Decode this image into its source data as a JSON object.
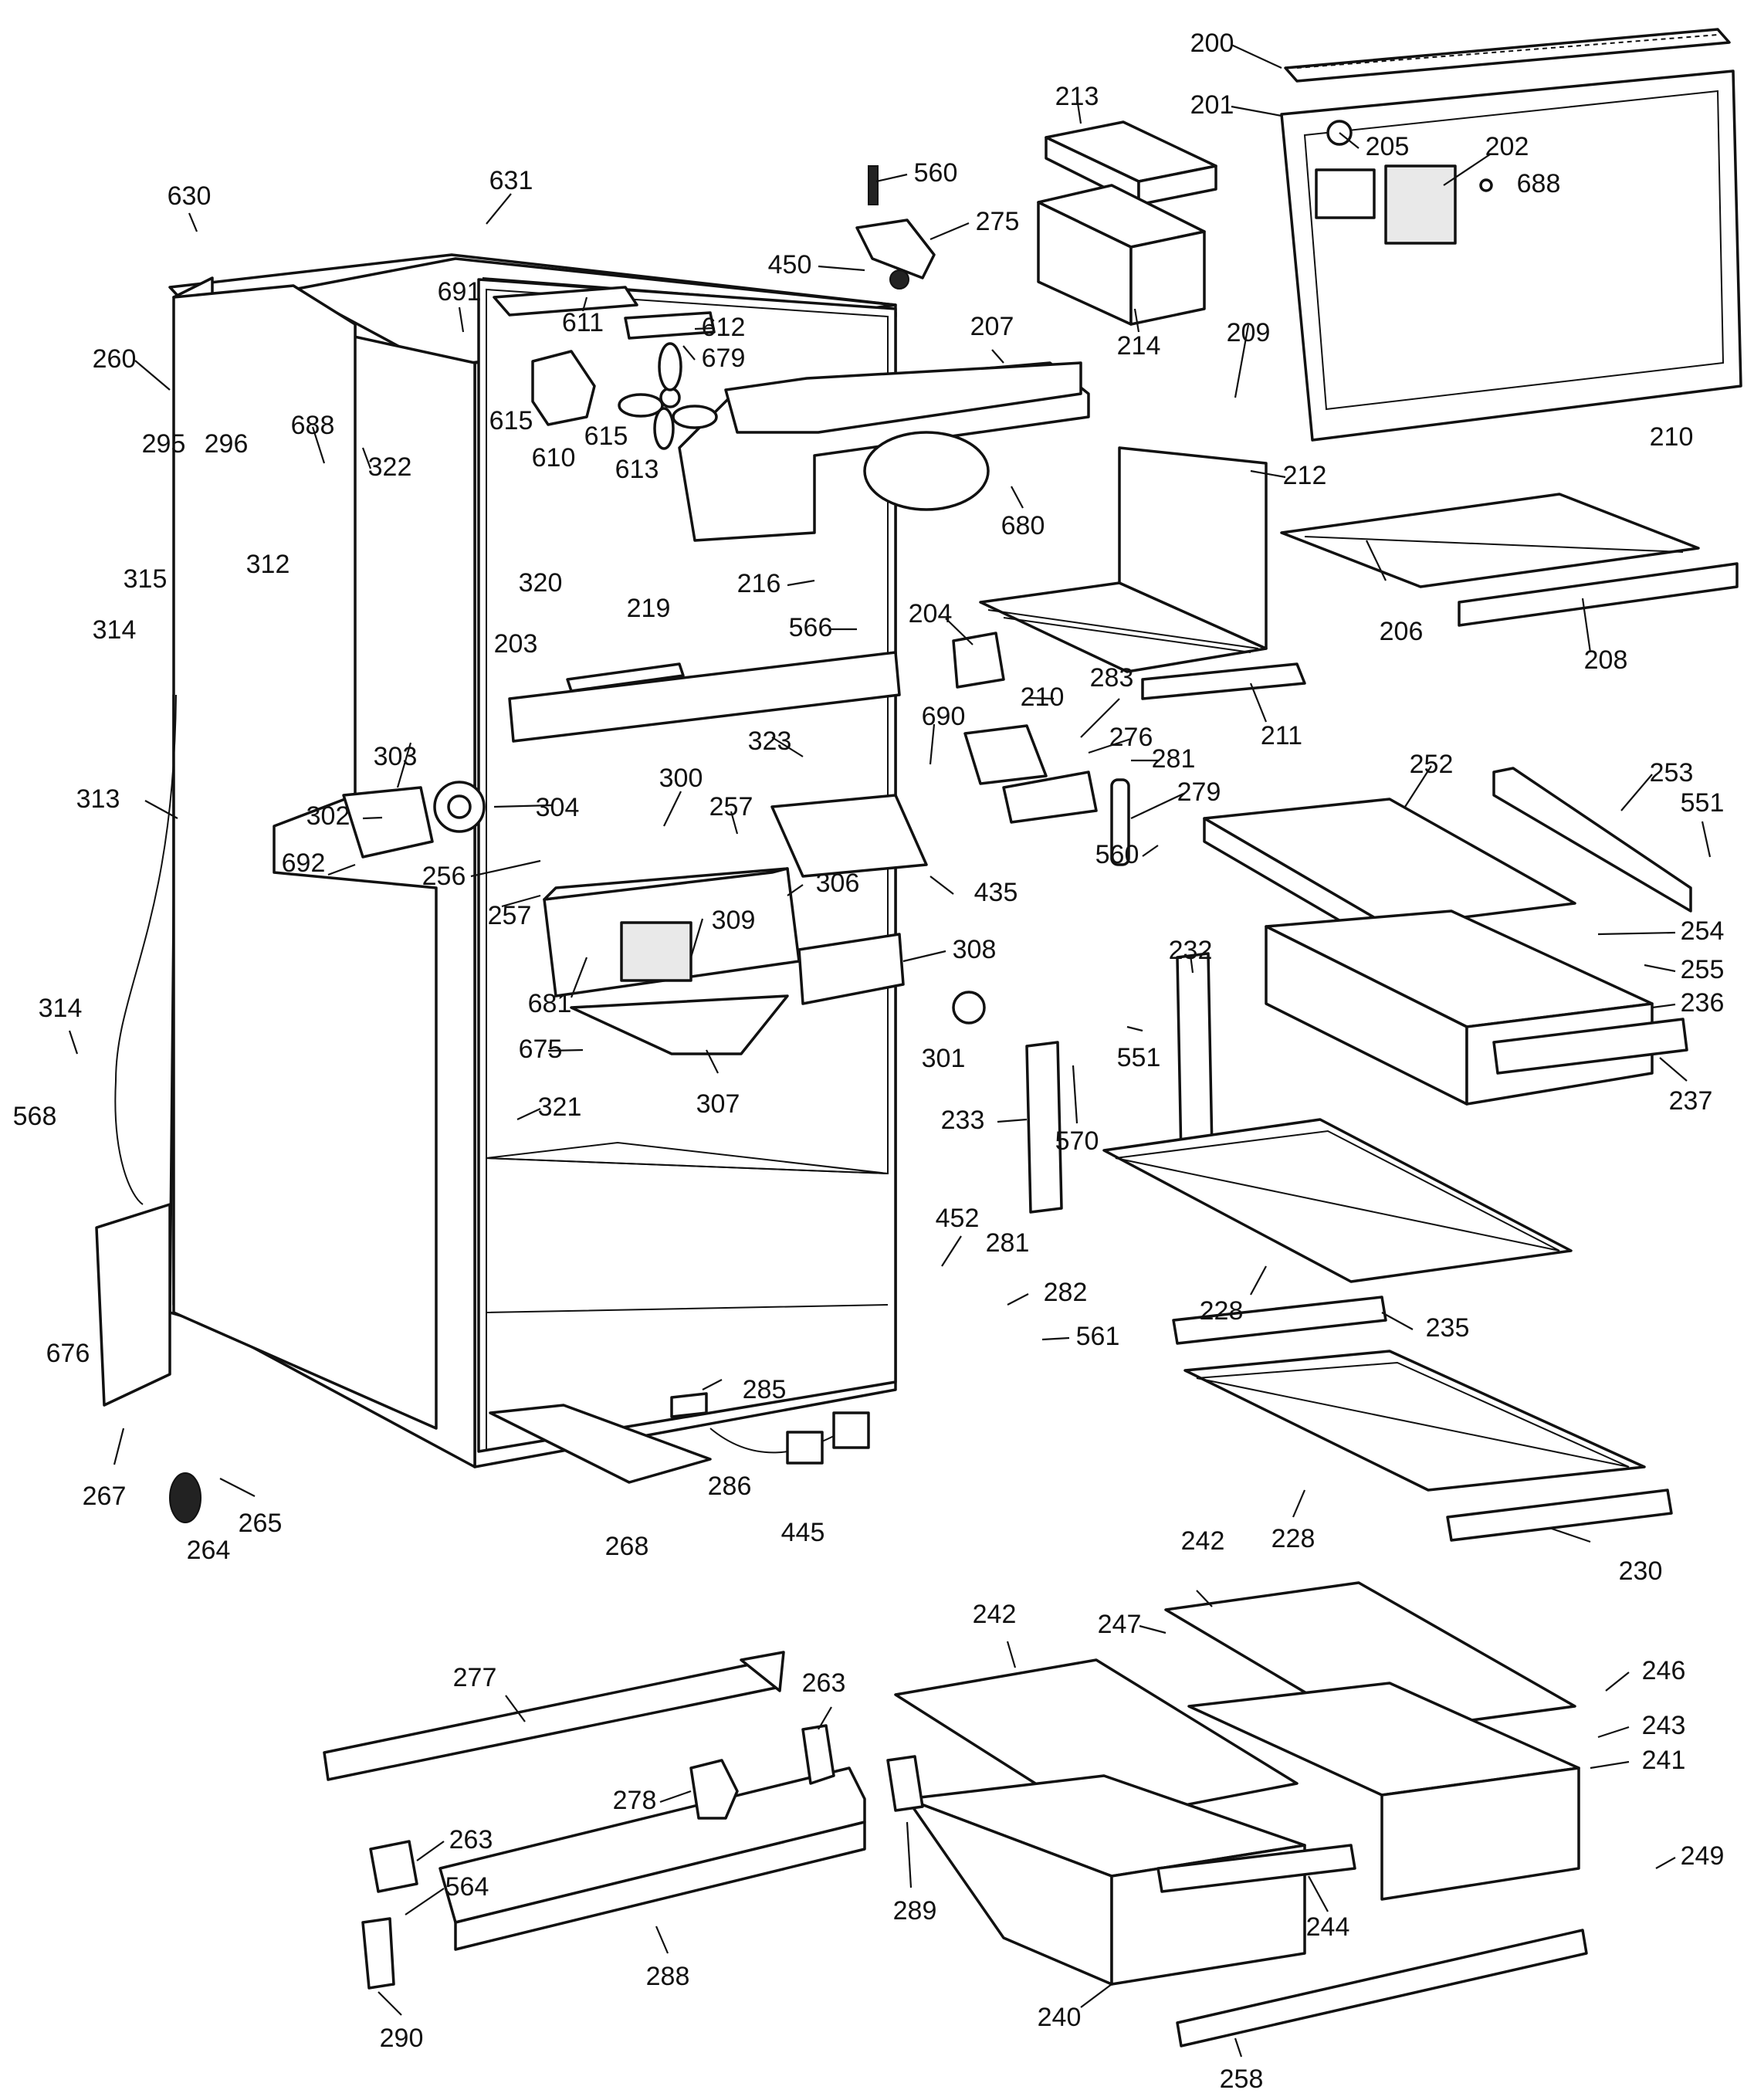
{
  "diagram": {
    "type": "exploded parts diagram",
    "callouts": [
      "200",
      "201",
      "202",
      "205",
      "688",
      "213",
      "560",
      "275",
      "450",
      "214",
      "630",
      "631",
      "691",
      "611",
      "612",
      "679",
      "260",
      "688",
      "295",
      "296",
      "322",
      "615",
      "610",
      "615",
      "613",
      "207",
      "209",
      "210",
      "212",
      "680",
      "320",
      "216",
      "566",
      "315",
      "312",
      "314",
      "219",
      "203",
      "204",
      "210",
      "283",
      "211",
      "206",
      "208",
      "690",
      "276",
      "281",
      "279",
      "252",
      "253",
      "551",
      "313",
      "303",
      "302",
      "304",
      "300",
      "257",
      "323",
      "692",
      "256",
      "257",
      "306",
      "309",
      "435",
      "560",
      "254",
      "255",
      "236",
      "681",
      "308",
      "675",
      "307",
      "301",
      "232",
      "551",
      "237",
      "314",
      "568",
      "321",
      "233",
      "570",
      "452",
      "281",
      "282",
      "561",
      "228",
      "235",
      "676",
      "285",
      "267",
      "265",
      "264",
      "286",
      "445",
      "268",
      "228",
      "230",
      "242",
      "242",
      "247",
      "277",
      "263",
      "246",
      "243",
      "241",
      "278",
      "263",
      "564",
      "289",
      "249",
      "288",
      "244",
      "240",
      "290",
      "258"
    ]
  }
}
